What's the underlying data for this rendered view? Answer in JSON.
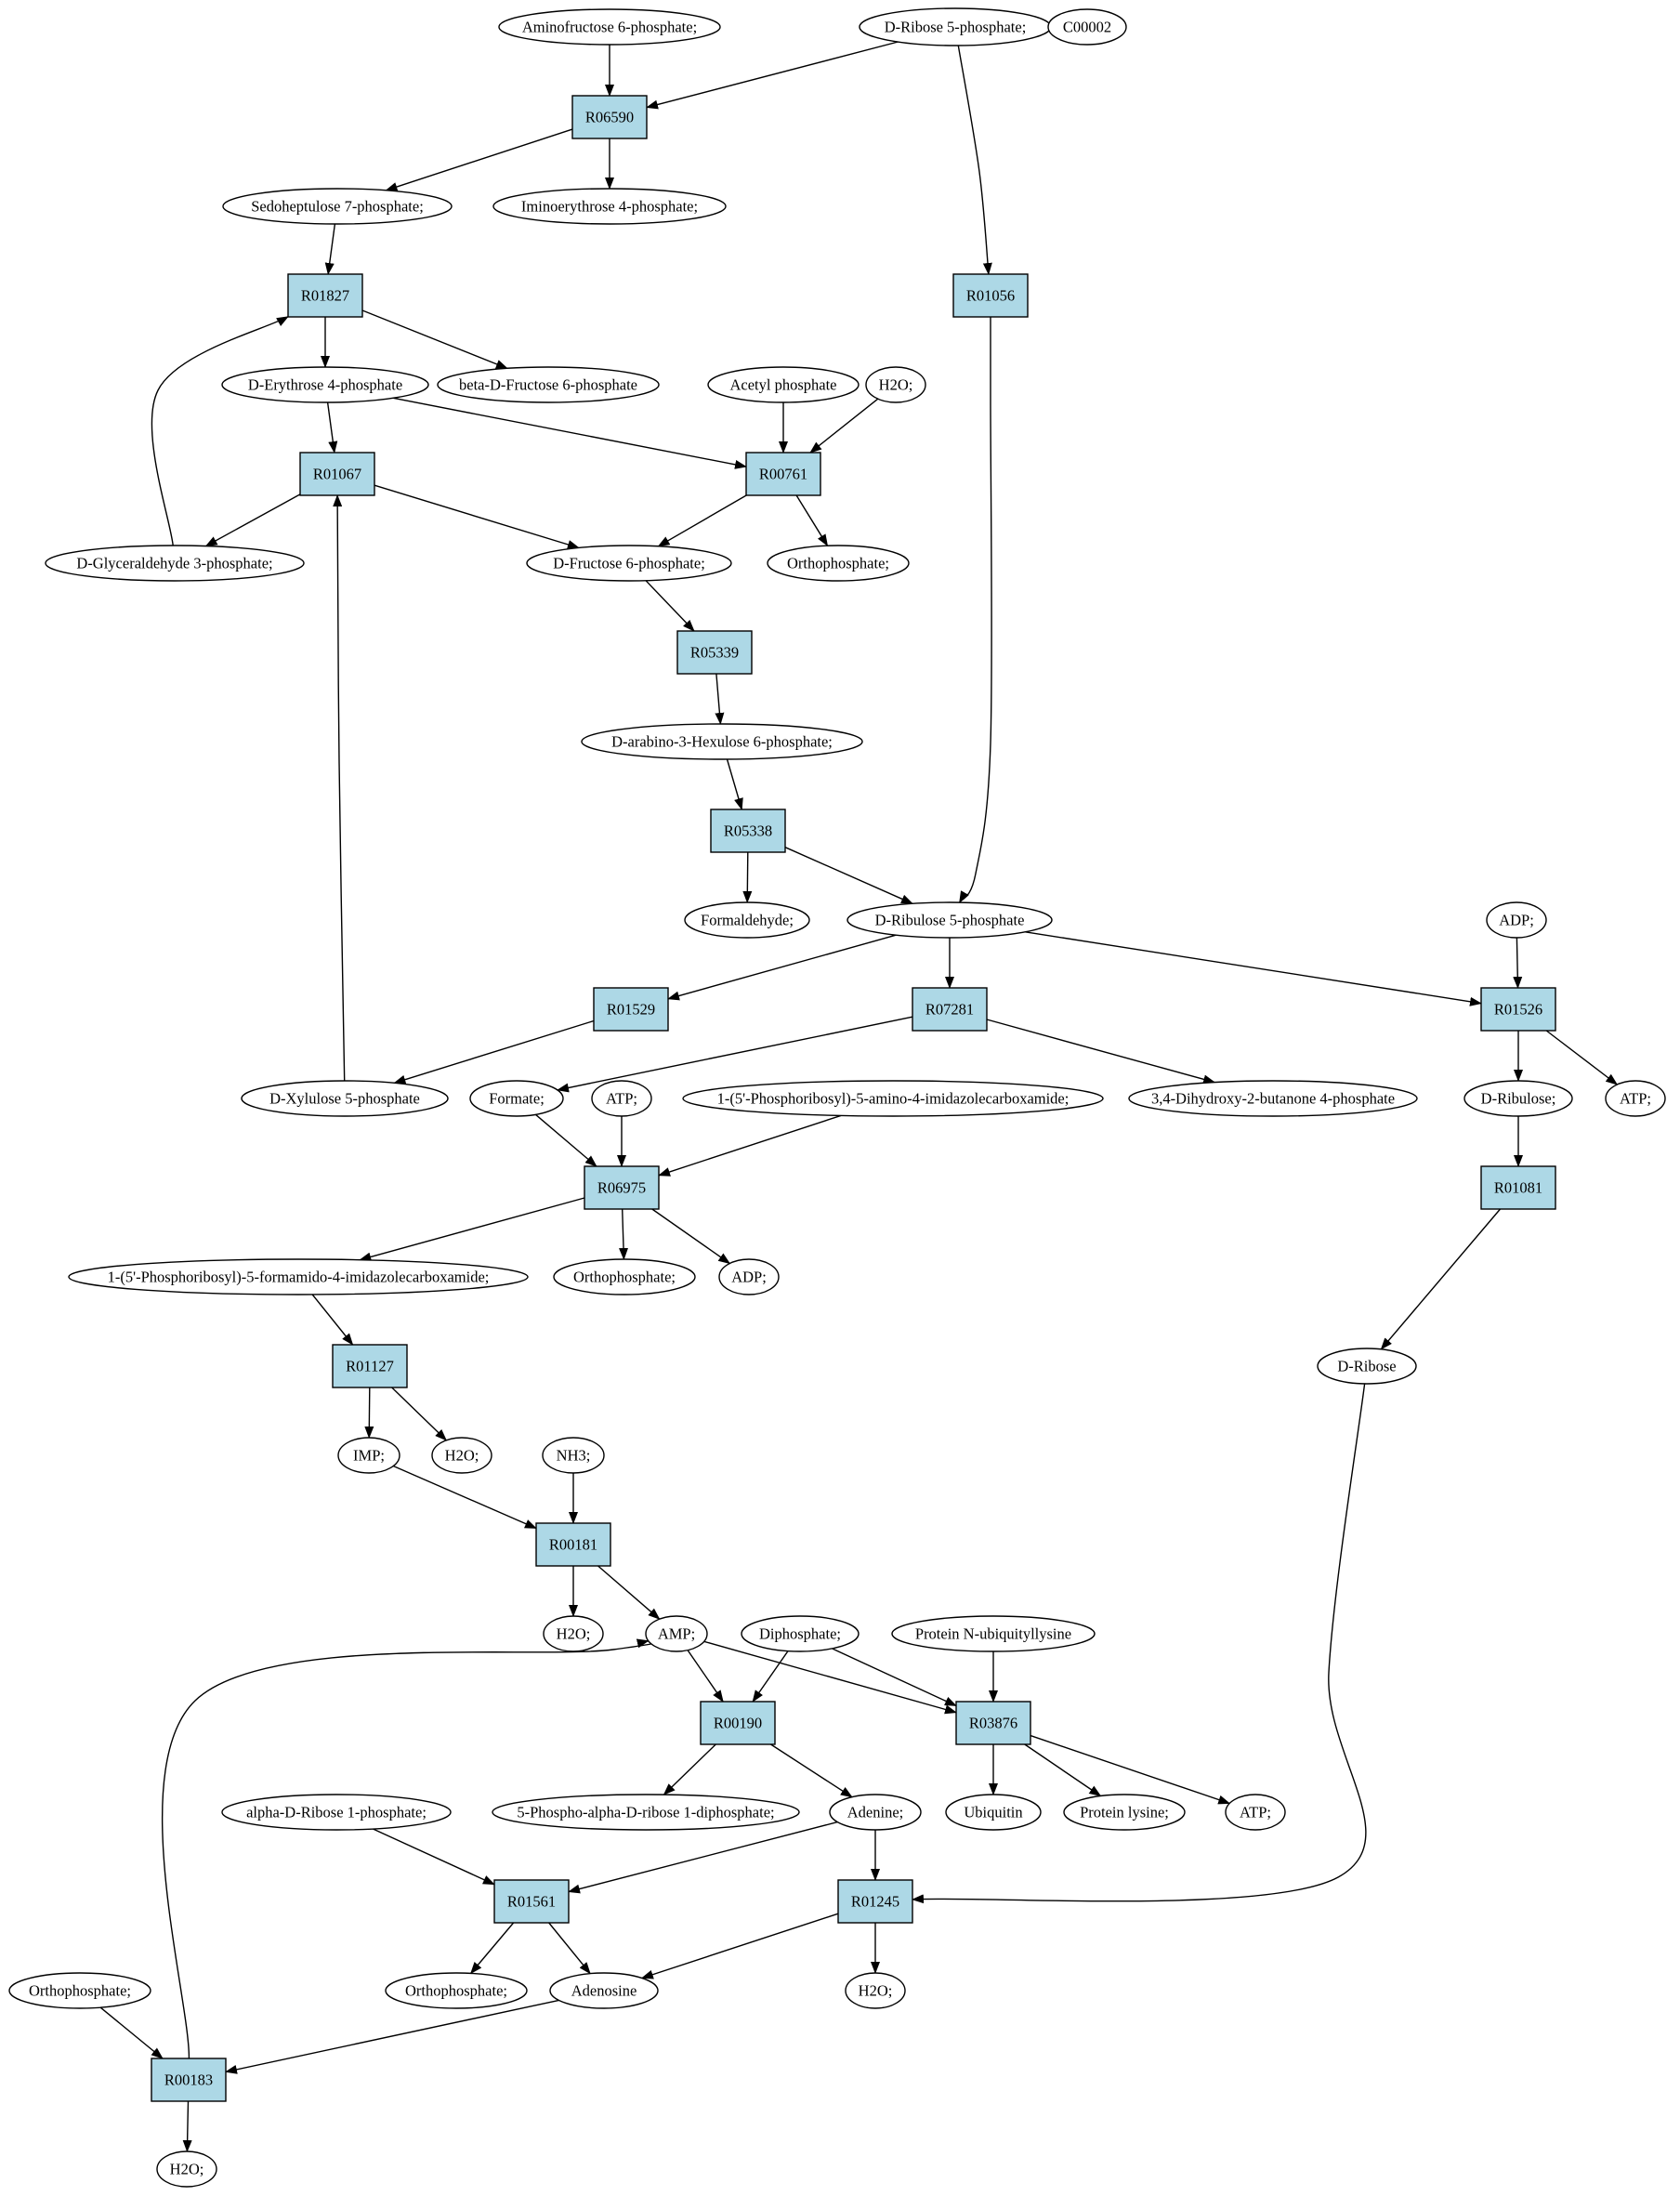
{
  "colors": {
    "reaction_fill": "#add8e6",
    "metabolite_fill": "#ffffff",
    "source_fill": "#00ff00",
    "target_fill": "#ffff00"
  },
  "nodes": [
    {
      "id": "aminofructose6p",
      "kind": "metabolite",
      "label": "Aminofructose 6-phosphate;"
    },
    {
      "id": "dribose5p",
      "kind": "metabolite",
      "label": "D-Ribose 5-phosphate;",
      "highlight": "source"
    },
    {
      "id": "c00002",
      "kind": "metabolite",
      "label": "C00002",
      "highlight": "target"
    },
    {
      "id": "r06590",
      "kind": "reaction",
      "label": "R06590"
    },
    {
      "id": "sedoheptulose7p",
      "kind": "metabolite",
      "label": "Sedoheptulose 7-phosphate;"
    },
    {
      "id": "iminoerythrose4p",
      "kind": "metabolite",
      "label": "Iminoerythrose 4-phosphate;"
    },
    {
      "id": "r01827",
      "kind": "reaction",
      "label": "R01827"
    },
    {
      "id": "r01056",
      "kind": "reaction",
      "label": "R01056"
    },
    {
      "id": "derythrose4p",
      "kind": "metabolite",
      "label": "D-Erythrose 4-phosphate"
    },
    {
      "id": "betadfructose6p",
      "kind": "metabolite",
      "label": "beta-D-Fructose 6-phosphate"
    },
    {
      "id": "acetylphosphate",
      "kind": "metabolite",
      "label": "Acetyl phosphate"
    },
    {
      "id": "h2o_a",
      "kind": "metabolite",
      "label": "H2O;"
    },
    {
      "id": "r01067",
      "kind": "reaction",
      "label": "R01067"
    },
    {
      "id": "r00761",
      "kind": "reaction",
      "label": "R00761"
    },
    {
      "id": "dglyceraldehyde3p",
      "kind": "metabolite",
      "label": "D-Glyceraldehyde 3-phosphate;"
    },
    {
      "id": "dfructose6p",
      "kind": "metabolite",
      "label": "D-Fructose 6-phosphate;"
    },
    {
      "id": "orthophosphate_a",
      "kind": "metabolite",
      "label": "Orthophosphate;"
    },
    {
      "id": "r05339",
      "kind": "reaction",
      "label": "R05339"
    },
    {
      "id": "darabino3hexulose6p",
      "kind": "metabolite",
      "label": "D-arabino-3-Hexulose 6-phosphate;"
    },
    {
      "id": "r05338",
      "kind": "reaction",
      "label": "R05338"
    },
    {
      "id": "formaldehyde",
      "kind": "metabolite",
      "label": "Formaldehyde;"
    },
    {
      "id": "dribulose5p",
      "kind": "metabolite",
      "label": "D-Ribulose 5-phosphate"
    },
    {
      "id": "adp_a",
      "kind": "metabolite",
      "label": "ADP;"
    },
    {
      "id": "r01529",
      "kind": "reaction",
      "label": "R01529"
    },
    {
      "id": "r07281",
      "kind": "reaction",
      "label": "R07281"
    },
    {
      "id": "r01526",
      "kind": "reaction",
      "label": "R01526"
    },
    {
      "id": "dxylulose5p",
      "kind": "metabolite",
      "label": "D-Xylulose 5-phosphate"
    },
    {
      "id": "formate",
      "kind": "metabolite",
      "label": "Formate;"
    },
    {
      "id": "atp_a",
      "kind": "metabolite",
      "label": "ATP;"
    },
    {
      "id": "aicar",
      "kind": "metabolite",
      "label": "1-(5'-Phosphoribosyl)-5-amino-4-imidazolecarboxamide;"
    },
    {
      "id": "dihydroxybutanone4p",
      "kind": "metabolite",
      "label": "3,4-Dihydroxy-2-butanone 4-phosphate"
    },
    {
      "id": "dribulose",
      "kind": "metabolite",
      "label": "D-Ribulose;"
    },
    {
      "id": "atp_b",
      "kind": "metabolite",
      "label": "ATP;"
    },
    {
      "id": "r06975",
      "kind": "reaction",
      "label": "R06975"
    },
    {
      "id": "r01081",
      "kind": "reaction",
      "label": "R01081"
    },
    {
      "id": "faicar",
      "kind": "metabolite",
      "label": "1-(5'-Phosphoribosyl)-5-formamido-4-imidazolecarboxamide;"
    },
    {
      "id": "orthophosphate_b",
      "kind": "metabolite",
      "label": "Orthophosphate;"
    },
    {
      "id": "adp_b",
      "kind": "metabolite",
      "label": "ADP;"
    },
    {
      "id": "r01127",
      "kind": "reaction",
      "label": "R01127"
    },
    {
      "id": "dribose",
      "kind": "metabolite",
      "label": "D-Ribose"
    },
    {
      "id": "imp",
      "kind": "metabolite",
      "label": "IMP;"
    },
    {
      "id": "h2o_b",
      "kind": "metabolite",
      "label": "H2O;"
    },
    {
      "id": "nh3",
      "kind": "metabolite",
      "label": "NH3;"
    },
    {
      "id": "r00181",
      "kind": "reaction",
      "label": "R00181"
    },
    {
      "id": "h2o_c",
      "kind": "metabolite",
      "label": "H2O;"
    },
    {
      "id": "amp",
      "kind": "metabolite",
      "label": "AMP;"
    },
    {
      "id": "diphosphate",
      "kind": "metabolite",
      "label": "Diphosphate;"
    },
    {
      "id": "proteinnubiquityllysine",
      "kind": "metabolite",
      "label": "Protein N-ubiquityllysine"
    },
    {
      "id": "r00190",
      "kind": "reaction",
      "label": "R00190"
    },
    {
      "id": "r03876",
      "kind": "reaction",
      "label": "R03876"
    },
    {
      "id": "alphadribose1p",
      "kind": "metabolite",
      "label": "alpha-D-Ribose 1-phosphate;"
    },
    {
      "id": "prpp",
      "kind": "metabolite",
      "label": "5-Phospho-alpha-D-ribose 1-diphosphate;"
    },
    {
      "id": "adenine",
      "kind": "metabolite",
      "label": "Adenine;"
    },
    {
      "id": "ubiquitin",
      "kind": "metabolite",
      "label": "Ubiquitin"
    },
    {
      "id": "proteinlysine",
      "kind": "metabolite",
      "label": "Protein lysine;"
    },
    {
      "id": "atp_c",
      "kind": "metabolite",
      "label": "ATP;"
    },
    {
      "id": "r01561",
      "kind": "reaction",
      "label": "R01561"
    },
    {
      "id": "r01245",
      "kind": "reaction",
      "label": "R01245"
    },
    {
      "id": "orthophosphate_c",
      "kind": "metabolite",
      "label": "Orthophosphate;"
    },
    {
      "id": "orthophosphate_d",
      "kind": "metabolite",
      "label": "Orthophosphate;"
    },
    {
      "id": "adenosine",
      "kind": "metabolite",
      "label": "Adenosine"
    },
    {
      "id": "h2o_d",
      "kind": "metabolite",
      "label": "H2O;"
    },
    {
      "id": "r00183",
      "kind": "reaction",
      "label": "R00183"
    },
    {
      "id": "h2o_e",
      "kind": "metabolite",
      "label": "H2O;"
    }
  ],
  "edges": [
    {
      "from": "aminofructose6p",
      "to": "r06590"
    },
    {
      "from": "dribose5p",
      "to": "r06590"
    },
    {
      "from": "dribose5p",
      "to": "r01056"
    },
    {
      "from": "r06590",
      "to": "sedoheptulose7p"
    },
    {
      "from": "r06590",
      "to": "iminoerythrose4p"
    },
    {
      "from": "sedoheptulose7p",
      "to": "r01827"
    },
    {
      "from": "r01827",
      "to": "derythrose4p"
    },
    {
      "from": "r01827",
      "to": "betadfructose6p"
    },
    {
      "from": "derythrose4p",
      "to": "r01067"
    },
    {
      "from": "derythrose4p",
      "to": "r00761"
    },
    {
      "from": "acetylphosphate",
      "to": "r00761"
    },
    {
      "from": "h2o_a",
      "to": "r00761"
    },
    {
      "from": "r01067",
      "to": "dglyceraldehyde3p"
    },
    {
      "from": "r01067",
      "to": "dfructose6p"
    },
    {
      "from": "dglyceraldehyde3p",
      "to": "r01827"
    },
    {
      "from": "r00761",
      "to": "dfructose6p"
    },
    {
      "from": "r00761",
      "to": "orthophosphate_a"
    },
    {
      "from": "dfructose6p",
      "to": "r05339"
    },
    {
      "from": "r05339",
      "to": "darabino3hexulose6p"
    },
    {
      "from": "darabino3hexulose6p",
      "to": "r05338"
    },
    {
      "from": "r05338",
      "to": "formaldehyde"
    },
    {
      "from": "r05338",
      "to": "dribulose5p"
    },
    {
      "from": "r01056",
      "to": "dribulose5p"
    },
    {
      "from": "dribulose5p",
      "to": "r01529"
    },
    {
      "from": "dribulose5p",
      "to": "r07281"
    },
    {
      "from": "dribulose5p",
      "to": "r01526"
    },
    {
      "from": "adp_a",
      "to": "r01526"
    },
    {
      "from": "r01529",
      "to": "dxylulose5p"
    },
    {
      "from": "dxylulose5p",
      "to": "r01067"
    },
    {
      "from": "r07281",
      "to": "formate"
    },
    {
      "from": "r07281",
      "to": "dihydroxybutanone4p"
    },
    {
      "from": "r01526",
      "to": "dribulose"
    },
    {
      "from": "r01526",
      "to": "atp_b"
    },
    {
      "from": "formate",
      "to": "r06975"
    },
    {
      "from": "atp_a",
      "to": "r06975"
    },
    {
      "from": "aicar",
      "to": "r06975"
    },
    {
      "from": "r06975",
      "to": "faicar"
    },
    {
      "from": "r06975",
      "to": "orthophosphate_b"
    },
    {
      "from": "r06975",
      "to": "adp_b"
    },
    {
      "from": "dribulose",
      "to": "r01081"
    },
    {
      "from": "r01081",
      "to": "dribose"
    },
    {
      "from": "faicar",
      "to": "r01127"
    },
    {
      "from": "r01127",
      "to": "imp"
    },
    {
      "from": "r01127",
      "to": "h2o_b"
    },
    {
      "from": "imp",
      "to": "r00181"
    },
    {
      "from": "nh3",
      "to": "r00181"
    },
    {
      "from": "r00181",
      "to": "h2o_c"
    },
    {
      "from": "r00181",
      "to": "amp"
    },
    {
      "from": "amp",
      "to": "r00190"
    },
    {
      "from": "amp",
      "to": "r03876"
    },
    {
      "from": "diphosphate",
      "to": "r00190"
    },
    {
      "from": "diphosphate",
      "to": "r03876"
    },
    {
      "from": "proteinnubiquityllysine",
      "to": "r03876"
    },
    {
      "from": "r00190",
      "to": "prpp"
    },
    {
      "from": "r00190",
      "to": "adenine"
    },
    {
      "from": "r03876",
      "to": "ubiquitin"
    },
    {
      "from": "r03876",
      "to": "proteinlysine"
    },
    {
      "from": "r03876",
      "to": "atp_c"
    },
    {
      "from": "alphadribose1p",
      "to": "r01561"
    },
    {
      "from": "adenine",
      "to": "r01561"
    },
    {
      "from": "adenine",
      "to": "r01245"
    },
    {
      "from": "dribose",
      "to": "r01245"
    },
    {
      "from": "r01561",
      "to": "orthophosphate_c"
    },
    {
      "from": "r01561",
      "to": "adenosine"
    },
    {
      "from": "r01245",
      "to": "adenosine"
    },
    {
      "from": "r01245",
      "to": "h2o_d"
    },
    {
      "from": "orthophosphate_d",
      "to": "r00183"
    },
    {
      "from": "adenosine",
      "to": "r00183"
    },
    {
      "from": "r00183",
      "to": "amp"
    },
    {
      "from": "r00183",
      "to": "h2o_e"
    }
  ]
}
